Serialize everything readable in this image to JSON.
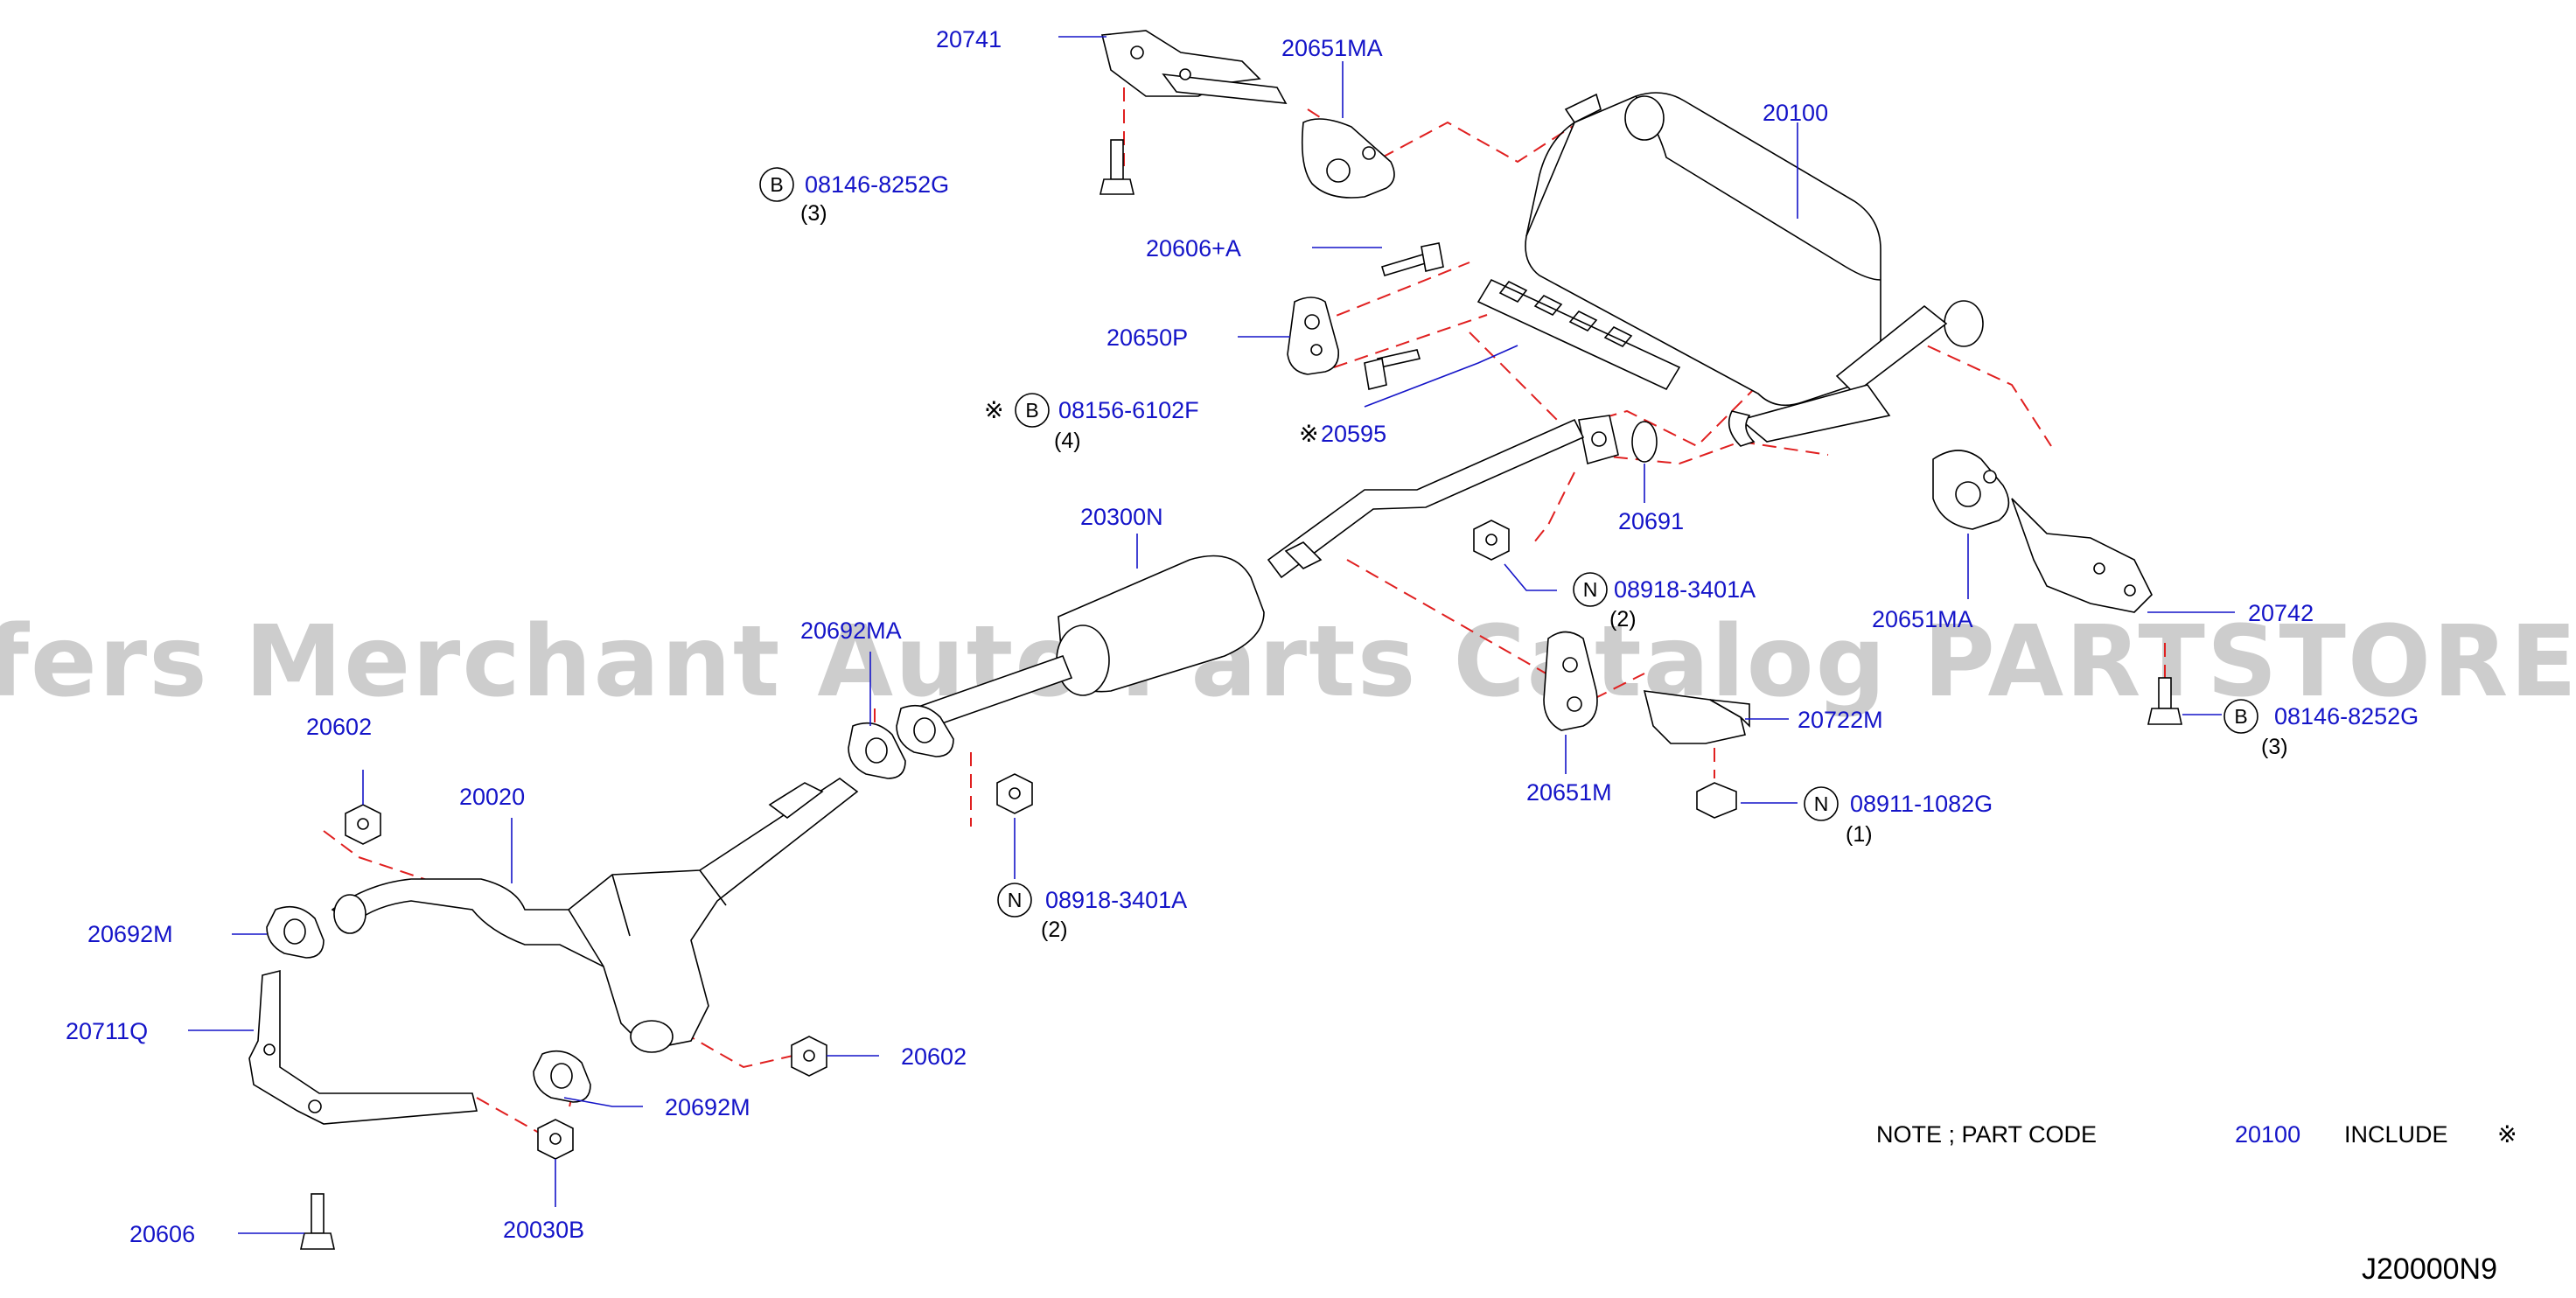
{
  "colors": {
    "label": "#1414c8",
    "leader": "#1414c8",
    "dashed": "#e02020",
    "line": "#000000",
    "watermark": "#bdbdbd",
    "note_text": "#000000"
  },
  "watermark": "Offers Merchant Auto Parts Catalog PARTSTORE.SA",
  "drawing_code": "J20000N9",
  "note": {
    "prefix": "NOTE ; PART CODE",
    "part": "20100",
    "suffix": "INCLUDE",
    "symbol": "※"
  },
  "labels": {
    "p20741": "20741",
    "p20651MA_top": "20651MA",
    "p20100": "20100",
    "p08146_top": "08146-8252G",
    "q08146_top": "(3)",
    "p20606A": "20606+A",
    "p20650P": "20650P",
    "p08156": "08156-6102F",
    "q08156": "(4)",
    "p20595": "20595",
    "p20691": "20691",
    "p20300N": "20300N",
    "p08918_top": "08918-3401A",
    "q08918_top": "(2)",
    "p20651MA_right": "20651MA",
    "p20742": "20742",
    "p08146_right": "08146-8252G",
    "q08146_right": "(3)",
    "p20692MA": "20692MA",
    "p20722M": "20722M",
    "p20651M": "20651M",
    "p08911": "08911-1082G",
    "q08911": "(1)",
    "p20602_top": "20602",
    "p20020": "20020",
    "p08918_bottom": "08918-3401A",
    "q08918_bottom": "(2)",
    "p20692M_left": "20692M",
    "p20711Q": "20711Q",
    "p20602_bottom": "20602",
    "p20692M_bottom": "20692M",
    "p20606": "20606",
    "p20030B": "20030B"
  },
  "symbols": {
    "ref_mark": "※",
    "bolt_code": "B",
    "nut_code": "N"
  }
}
